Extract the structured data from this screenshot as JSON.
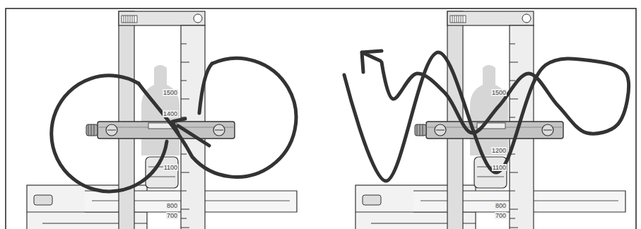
{
  "diagram": {
    "labels": [
      "1500",
      "1400",
      "1100",
      "800",
      "700",
      "1500",
      "1200",
      "1100",
      "800",
      "700"
    ]
  }
}
